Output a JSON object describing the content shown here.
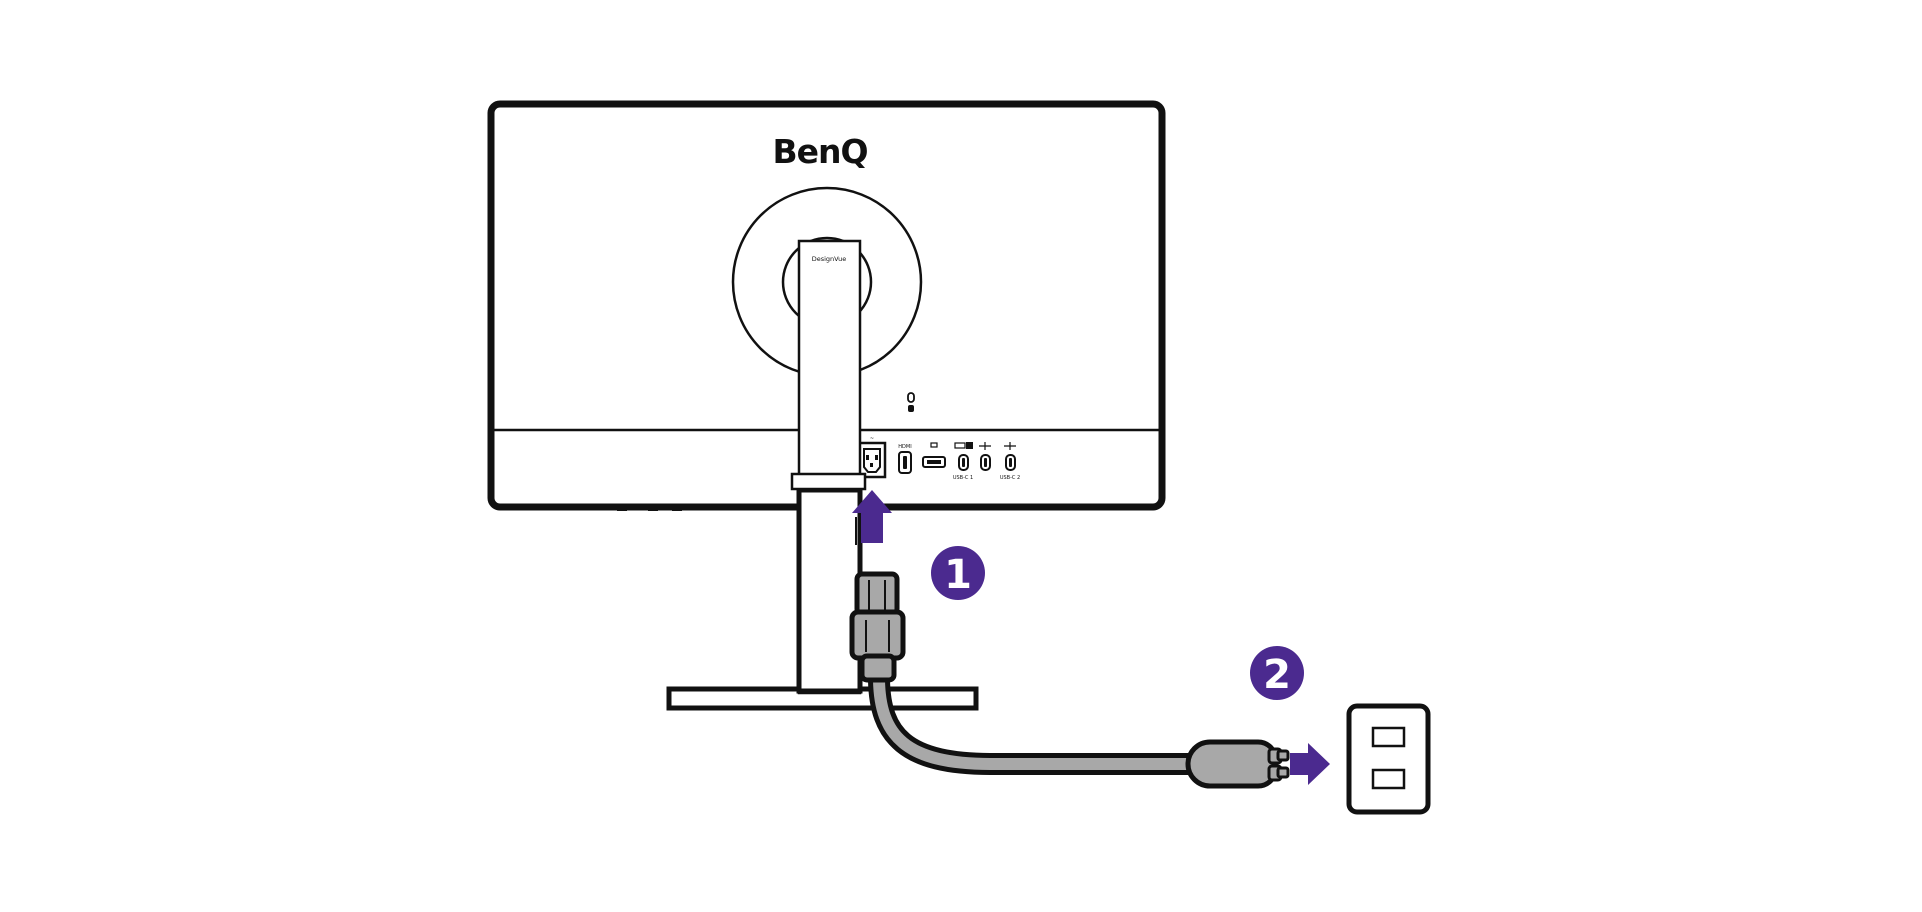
{
  "monitor": {
    "brand": "BenQ",
    "model_label": "DesignVue",
    "port_labels": {
      "hdmi": "HDMI",
      "usbc1": "USB-C 1",
      "usbc2": "USB-C 2"
    }
  },
  "steps": [
    {
      "number": "1",
      "description_icon": "plug-into-monitor"
    },
    {
      "number": "2",
      "description_icon": "plug-into-wall-outlet"
    }
  ],
  "colors": {
    "accent": "#4B2A8F",
    "outline": "#111111",
    "connector_fill": "#A8A8A8",
    "cable_fill": "#A8A8A8",
    "background": "#FFFFFF"
  },
  "icons": {
    "arrow_up": "arrow-up-icon",
    "arrow_right": "arrow-right-icon",
    "kensington": "lock-slot-icon",
    "usb": "usb-icon",
    "displayport": "displayport-icon"
  }
}
